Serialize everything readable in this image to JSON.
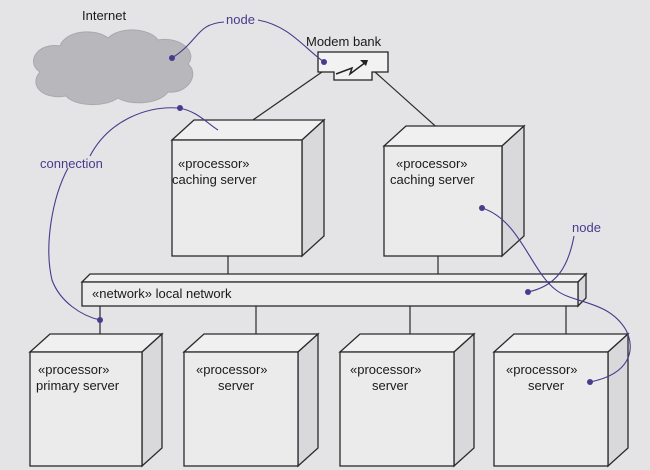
{
  "cloud": {
    "label": "Internet"
  },
  "modem": {
    "label": "Modem bank"
  },
  "network": {
    "stereotype": "«network»",
    "name": "local network"
  },
  "nodes": [
    {
      "stereotype": "«processor»",
      "name": "caching server"
    },
    {
      "stereotype": "«processor»",
      "name": "caching server"
    },
    {
      "stereotype": "«processor»",
      "name": "primary server"
    },
    {
      "stereotype": "«processor»",
      "name": "server"
    },
    {
      "stereotype": "«processor»",
      "name": "server"
    },
    {
      "stereotype": "«processor»",
      "name": "server"
    }
  ],
  "annotations": {
    "node_top": "node",
    "connection": "connection",
    "node_right": "node"
  },
  "colors": {
    "background": "#e4e4e6",
    "box_fill": "#ebebec",
    "outline": "#2a2a2a",
    "annotation": "#4a3a8c",
    "cloud": "#b8b8bc"
  }
}
